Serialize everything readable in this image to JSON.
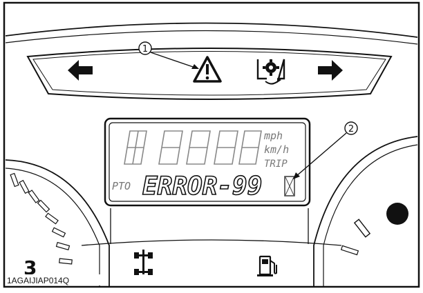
{
  "callouts": [
    "1",
    "2"
  ],
  "lcd": {
    "units": [
      "mph",
      "km/h",
      "TRIP"
    ],
    "pto_label": "PTO",
    "error_text": "ERROR-99"
  },
  "gauge_left_partial_number": "3",
  "figure_code": "1AGAIJIAP014Q",
  "icons": [
    "left-turn-arrow",
    "master-warning",
    "regen-service",
    "right-turn-arrow",
    "four-wheel-drive",
    "fuel-pump",
    "indicator-dot"
  ]
}
